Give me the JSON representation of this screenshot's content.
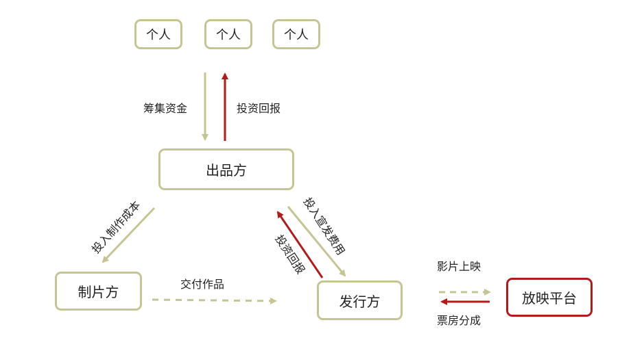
{
  "colors": {
    "olive": "#c4c593",
    "red": "#b31b1b",
    "text": "#222222"
  },
  "nodes": {
    "person_1": "个人",
    "person_2": "个人",
    "person_3": "个人",
    "producer": "出品方",
    "production": "制片方",
    "distributor": "发行方",
    "platform": "放映平台"
  },
  "edges": {
    "raise_funds": "筹集资金",
    "investment_return_top": "投资回报",
    "invest_production_cost": "投入制作成本",
    "deliver_work": "交付作品",
    "invest_marketing": "投入宣发费用",
    "investment_return_right": "投资回报",
    "release": "影片上映",
    "box_office_split": "票房分成"
  }
}
